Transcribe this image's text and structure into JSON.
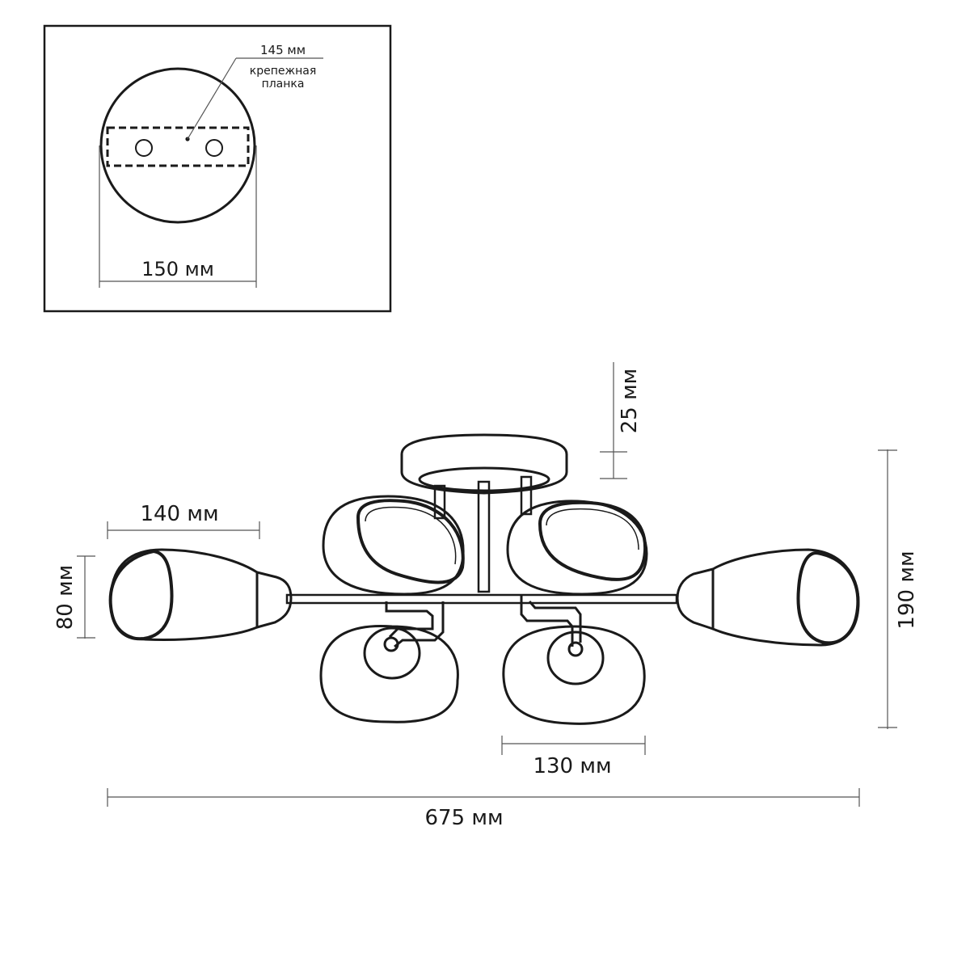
{
  "inset": {
    "plate_width_label": "145 мм",
    "plate_name_line1": "крепежная",
    "plate_name_line2": "планка",
    "base_diameter_label": "150 мм"
  },
  "main": {
    "canopy_height_label": "25 мм",
    "total_height_label": "190 мм",
    "shade_length_label": "140 мм",
    "shade_diameter_label": "80 мм",
    "lower_shade_width_label": "130 мм",
    "total_width_label": "675 мм"
  }
}
